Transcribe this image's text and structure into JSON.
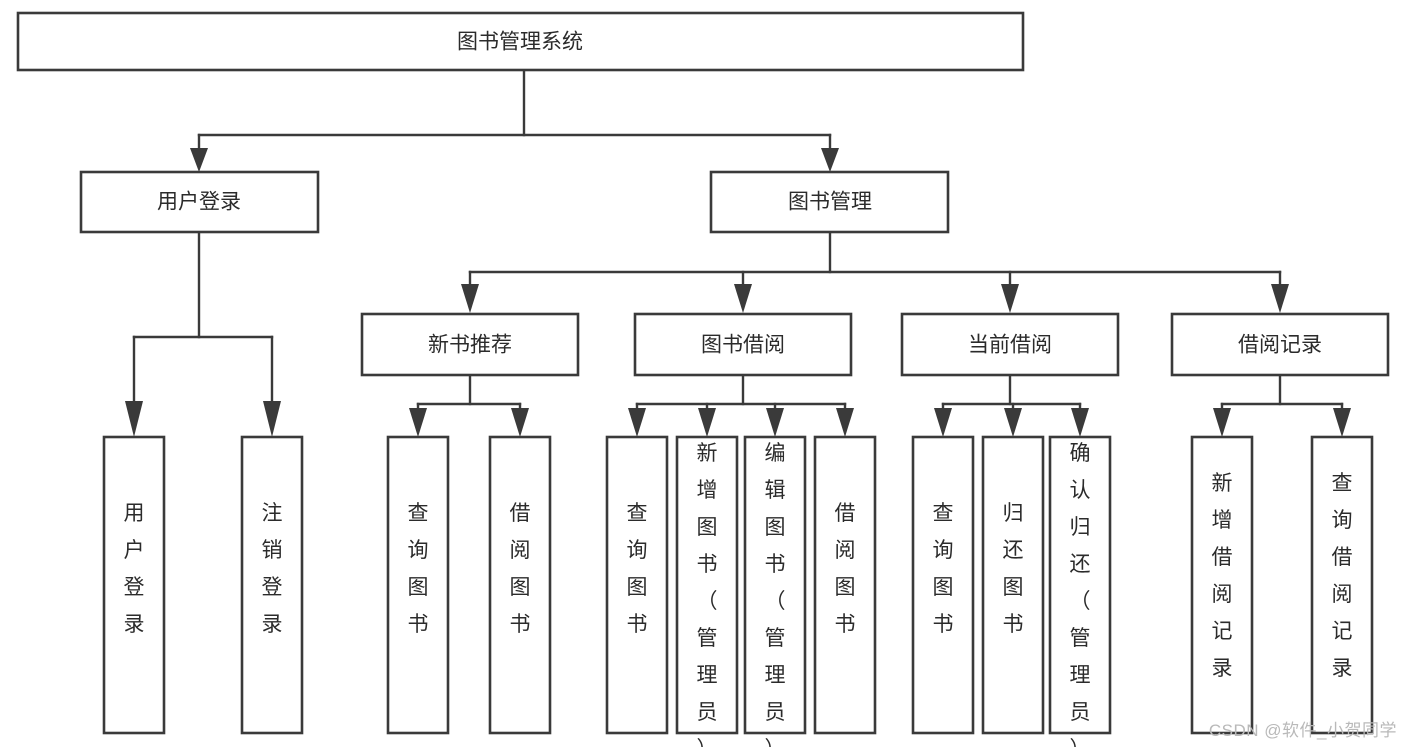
{
  "diagram": {
    "type": "tree-hierarchy-chart",
    "title": "图书管理系统",
    "watermark": "CSDN @软件_小贺同学",
    "colors": {
      "stroke": "#3a3a3a",
      "box_fill": "#ffffff",
      "text": "#2b2b2b",
      "background": "#ffffff",
      "watermark": "#b9b9b9"
    },
    "levels": {
      "root": {
        "label": "图书管理系统"
      },
      "level1": [
        {
          "label": "用户登录"
        },
        {
          "label": "图书管理"
        }
      ],
      "level2": [
        {
          "label": "新书推荐"
        },
        {
          "label": "图书借阅"
        },
        {
          "label": "当前借阅"
        },
        {
          "label": "借阅记录"
        }
      ],
      "leaves": {
        "user_login": [
          {
            "label": "用户登录"
          },
          {
            "label": "注销登录"
          }
        ],
        "new_book_recommend": [
          {
            "label": "查询图书"
          },
          {
            "label": "借阅图书"
          }
        ],
        "book_borrow": [
          {
            "label": "查询图书"
          },
          {
            "label": "新增图书（管理员）"
          },
          {
            "label": "编辑图书（管理员）"
          },
          {
            "label": "借阅图书"
          }
        ],
        "current_borrow": [
          {
            "label": "查询图书"
          },
          {
            "label": "归还图书"
          },
          {
            "label": "确认归还（管理员）"
          }
        ],
        "borrow_record": [
          {
            "label": "新增借阅记录"
          },
          {
            "label": "查询借阅记录"
          }
        ]
      }
    }
  }
}
